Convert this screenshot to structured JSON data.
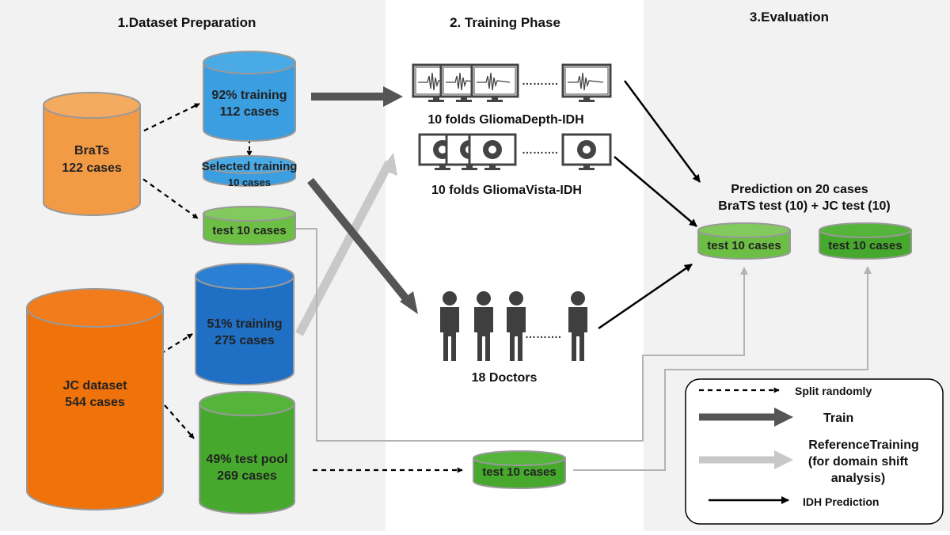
{
  "panels": {
    "dataset_preparation": "1.Dataset Preparation",
    "training_phase": "2. Training Phase",
    "evaluation": "3.Evaluation"
  },
  "cylinders": {
    "brats": {
      "line1": "BraTs",
      "line2": "122 cases"
    },
    "jc": {
      "line1": "JC dataset",
      "line2": "544 cases"
    },
    "brats_train": {
      "line1": "92% training",
      "line2": "112 cases"
    },
    "brats_selected": {
      "line1": "Selected training",
      "line2": "10 cases"
    },
    "brats_test": {
      "line1": "test 10 cases"
    },
    "jc_train": {
      "line1": "51% training",
      "line2": "275 cases"
    },
    "jc_pool": {
      "line1": "49% test pool",
      "line2": "269 cases"
    },
    "jc_test": {
      "line1": "test 10 cases"
    },
    "eval_brats_test": {
      "line1": "test 10 cases"
    },
    "eval_jc_test": {
      "line1": "test 10 cases"
    }
  },
  "training": {
    "gliomadepth": "10 folds GliomaDepth-IDH",
    "gliomavista": "10 folds GliomaVista-IDH",
    "ellipsis": "……….",
    "doctors": "18 Doctors"
  },
  "evaluation": {
    "prediction_title": "Prediction on 20 cases",
    "prediction_subtitle": "BraTS test (10) + JC test (10)"
  },
  "legend": {
    "split": "Split randomly",
    "train": "Train",
    "reference_line1": "ReferenceTraining",
    "reference_line2": "(for domain shift",
    "reference_line3": "analysis)",
    "idh": "IDH Prediction"
  },
  "colors": {
    "panel_bg": "#f2f2f2",
    "orange_light": "#f39a45",
    "orange": "#f0720a",
    "blue": "#3a9ee0",
    "blue_dark": "#1f6fc4",
    "green_light": "#6dbe45",
    "green": "#46a82c",
    "train_arrow": "#555555",
    "reference_arrow": "#c8c8c8"
  },
  "icons": [
    "monitor-waveform-icon",
    "monitor-aperture-icon",
    "person-icon"
  ]
}
